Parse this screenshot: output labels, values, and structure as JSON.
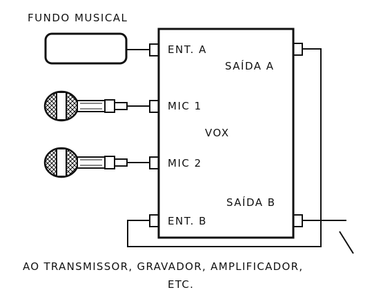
{
  "labels": {
    "music_source": "FUNDO MUSICAL",
    "vox": "VOX",
    "in_a": "ENT. A",
    "mic1": "MIC 1",
    "mic2": "MIC 2",
    "in_b": "ENT. B",
    "out_a": "SAÍDA A",
    "out_b": "SAÍDA B",
    "caption_line1": "AO TRANSMISSOR, GRAVADOR, AMPLIFICADOR,",
    "caption_line2": "ETC."
  },
  "colors": {
    "ink": "#111111",
    "paper": "#ffffff"
  },
  "icons": [
    "microphone-icon",
    "microphone-icon",
    "jack-icon"
  ]
}
